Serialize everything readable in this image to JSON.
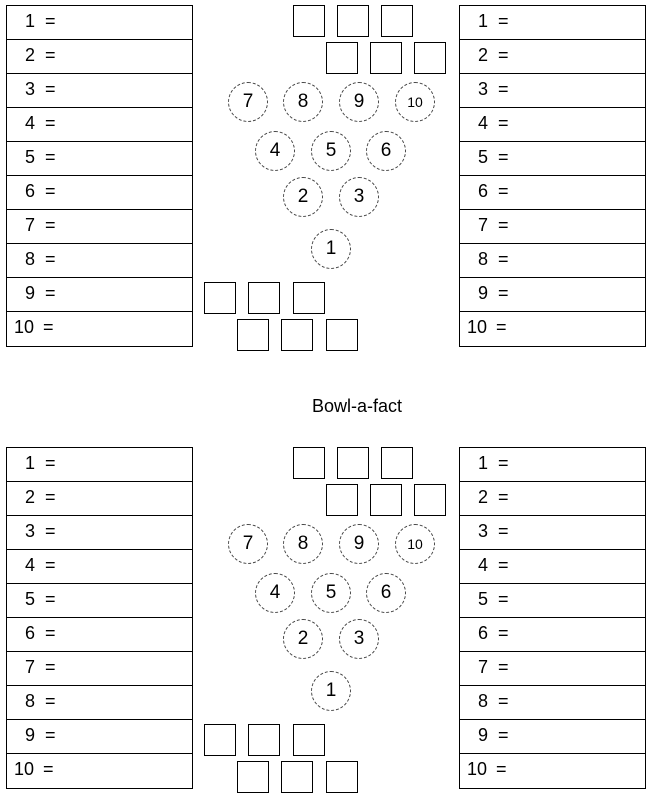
{
  "title": "Bowl-a-fact",
  "row_labels": [
    "1",
    "2",
    "3",
    "4",
    "5",
    "6",
    "7",
    "8",
    "9",
    "10"
  ],
  "equals": "=",
  "pins": [
    "7",
    "8",
    "9",
    "10",
    "4",
    "5",
    "6",
    "2",
    "3",
    "1"
  ]
}
